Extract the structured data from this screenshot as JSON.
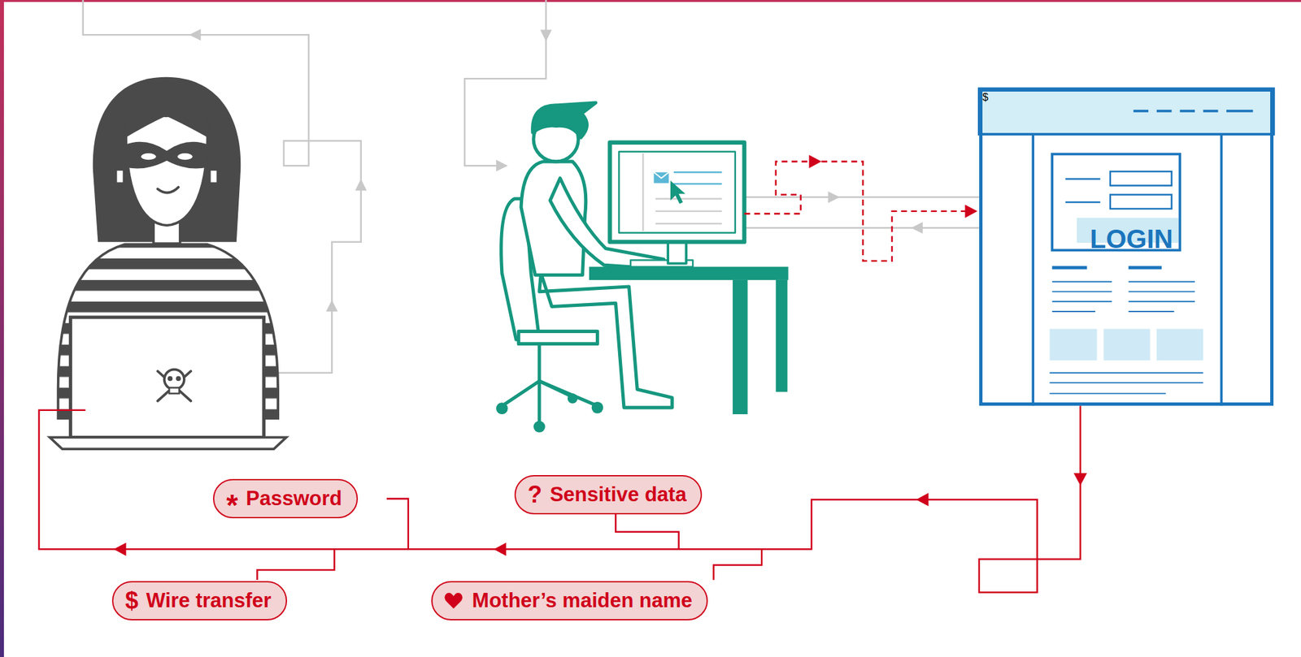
{
  "diagram": {
    "nodes": [
      {
        "text": [
          "$"
        ]
      },
      {
        "text": [
          "LOGIN"
        ],
        "in": 0
      },
      {
        "text": [
          "*",
          "Password"
        ]
      },
      {
        "text": [
          "?",
          "Sensitive data"
        ]
      },
      {
        "text": [
          "$",
          "Wire transfer"
        ]
      },
      {
        "text": [
          "Mother’s maiden name"
        ]
      }
    ]
  }
}
